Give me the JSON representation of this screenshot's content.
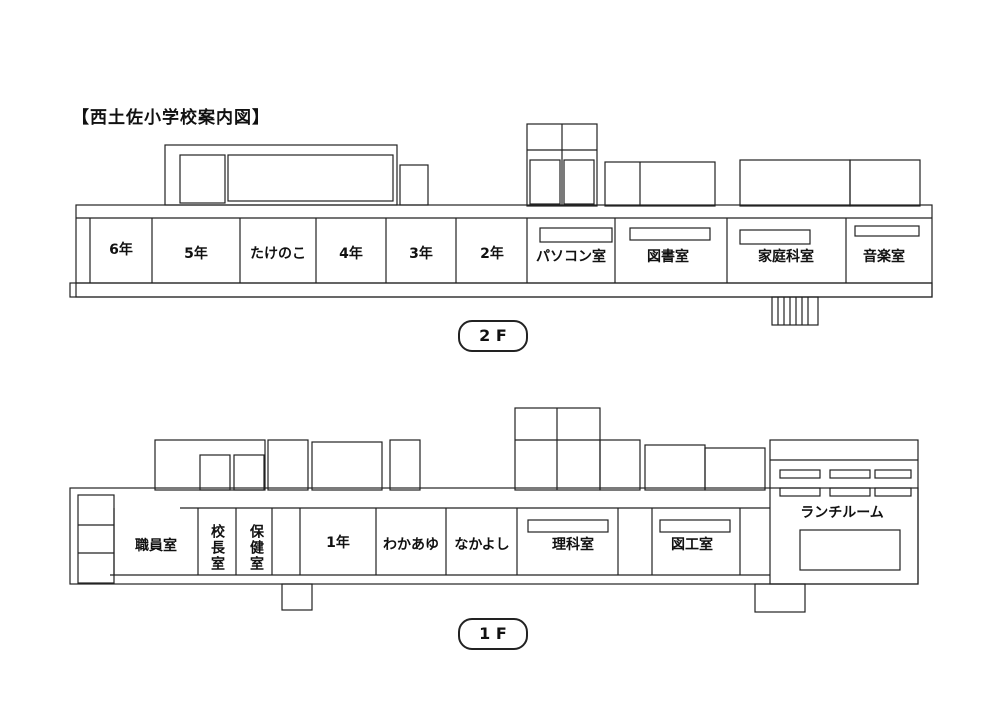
{
  "title": "【西土佐小学校案内図】",
  "floor2": {
    "badge": "2 F",
    "rooms": {
      "r6": "6年",
      "r5": "5年",
      "takenoko": "たけのこ",
      "r4": "4年",
      "r3": "3年",
      "r2": "2年",
      "pc": "パソコン室",
      "library": "図書室",
      "homeec": "家庭科室",
      "music": "音楽室"
    }
  },
  "floor1": {
    "badge": "1 F",
    "rooms": {
      "staff": "職員室",
      "principal": "校長室",
      "health": "保健室",
      "r1": "1年",
      "wakaayu": "わかあゆ",
      "nakayoshi": "なかよし",
      "science": "理科室",
      "arts": "図工室",
      "lunch": "ランチルーム"
    }
  },
  "colors": {
    "line": "#222222",
    "paper": "#ffffff"
  }
}
